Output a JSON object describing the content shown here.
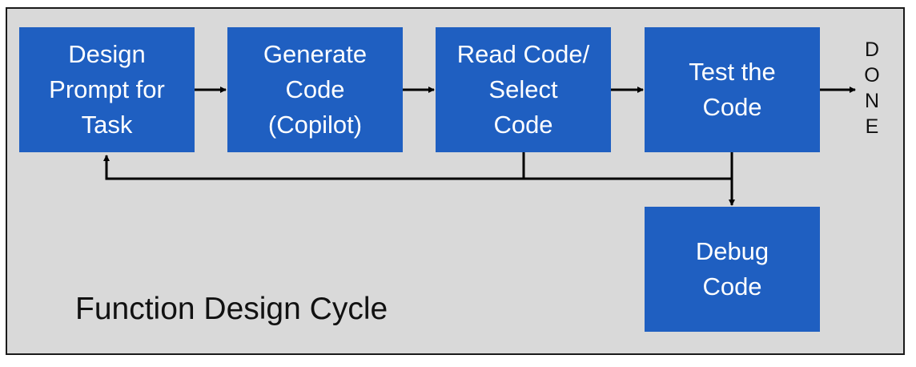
{
  "diagram": {
    "steps": [
      {
        "id": "design",
        "label": "Design\nPrompt for\nTask"
      },
      {
        "id": "generate",
        "label": "Generate\nCode\n(Copilot)"
      },
      {
        "id": "read",
        "label": "Read Code/\nSelect\nCode"
      },
      {
        "id": "test",
        "label": "Test the\nCode"
      },
      {
        "id": "debug",
        "label": "Debug\nCode"
      }
    ],
    "done_letters": [
      "D",
      "O",
      "N",
      "E"
    ],
    "caption": "Function Design Cycle",
    "colors": {
      "box_fill": "#1f5fc1",
      "box_text": "#ffffff",
      "background": "#d9d9d9",
      "border": "#1a1a1a",
      "arrows": "#000000"
    }
  }
}
